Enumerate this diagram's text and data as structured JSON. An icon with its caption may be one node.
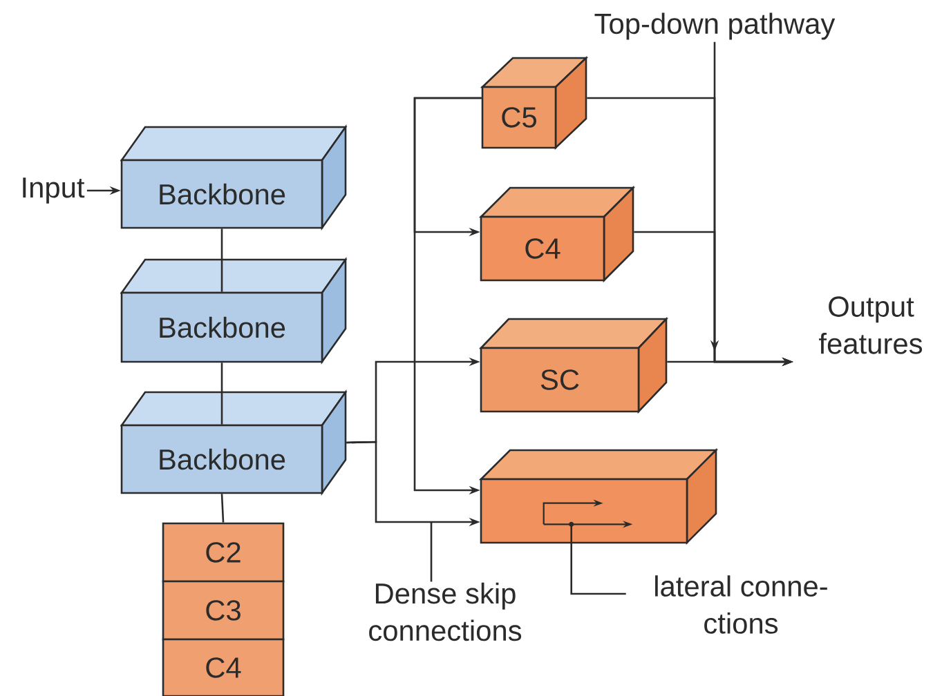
{
  "diagram": {
    "nodes": [
      {
        "text": [
          "Input"
        ]
      },
      {
        "text": [
          "Backbone"
        ]
      },
      {
        "text": [
          "Backbone"
        ]
      },
      {
        "text": [
          "Backbone"
        ]
      },
      {
        "text": [
          "C2"
        ]
      },
      {
        "text": [
          "C3"
        ]
      },
      {
        "text": [
          "C4"
        ]
      },
      {
        "text": [
          "C5"
        ]
      },
      {
        "text": [
          "C4"
        ]
      },
      {
        "text": [
          "SC"
        ]
      },
      {
        "text": [],
        "shape": "box"
      },
      {
        "text": [],
        "shape": "arrow",
        "in": 10
      },
      {
        "text": [
          "Top-down pathway"
        ]
      },
      {
        "text": [
          "Output features"
        ]
      },
      {
        "text": [
          "Dense skip connections"
        ]
      },
      {
        "text": [
          "lateral conne- ctions"
        ]
      }
    ],
    "edges": [
      {
        "from": 0,
        "to": 1,
        "arrow": "to"
      },
      {
        "from": 1,
        "to": 2,
        "arrow": "none"
      },
      {
        "from": 2,
        "to": 3,
        "arrow": "none"
      },
      {
        "from": 3,
        "to": 4,
        "arrow": "none"
      },
      {
        "from": 3,
        "to": 9,
        "arrow": "to"
      },
      {
        "from": 3,
        "to": 10,
        "arrow": "to"
      },
      {
        "from": 7,
        "to": 8,
        "arrow": "to"
      },
      {
        "from": 7,
        "to": 10,
        "arrow": "to"
      },
      {
        "from": 7,
        "to": 13,
        "arrow": "to"
      },
      {
        "from": 8,
        "to": 13,
        "arrow": "to"
      },
      {
        "from": 9,
        "to": 13,
        "arrow": "to"
      },
      {
        "from": 12,
        "to": 13,
        "arrow": "to"
      },
      {
        "from": 14,
        "to": null,
        "arrow": "none"
      },
      {
        "from": 15,
        "to": 11,
        "arrow": "none"
      }
    ]
  }
}
